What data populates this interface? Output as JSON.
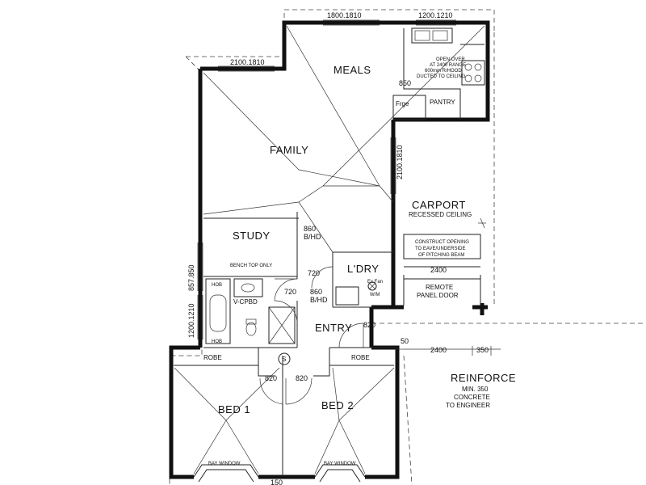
{
  "rooms": {
    "meals": "MEALS",
    "family": "FAMILY",
    "carport": "CARPORT",
    "carport_note": "RECESSED CEILING",
    "study": "STUDY",
    "bench_top": "BENCH TOP ONLY",
    "ldry": "L'DRY",
    "entry": "ENTRY",
    "bed1": "BED 1",
    "bed2": "BED 2",
    "robe": "ROBE",
    "pantry": "PANTRY",
    "frige": "Frge",
    "v_cpbd": "V-CPBD",
    "hob": "HOB",
    "wm": "W/M",
    "ex_fan": "Ex.Fan",
    "shower_symbol": "S",
    "bay_window": "BAY WINDOW",
    "remote_door_1": "REMOTE",
    "remote_door_2": "PANEL DOOR"
  },
  "dimensions": {
    "top_window_1": "1800.1810",
    "top_window_2": "1200.1210",
    "meals_window": "2100.1810",
    "family_side": "2100.1810",
    "left_window_1": "857.850",
    "left_window_2": "1200.1210",
    "pantry_width": "850",
    "study_door": "860",
    "study_door_bhd": "B/HD",
    "ldry_door": "720",
    "bath_door": "720",
    "hall_door": "860",
    "hall_door_bhd": "B/HD",
    "entry_door": "820",
    "bed1_door": "820",
    "bed2_door": "820",
    "carport_opening": "2400",
    "outside_2400": "2400",
    "outside_50": "50",
    "outside_350": "350",
    "bottom_cut": "150"
  },
  "notes": {
    "oven_1": "OPEN OVER",
    "oven_2": "AT 2400 RANGE",
    "oven_3": "600mm R/HOOD",
    "oven_4": "DUCTED TO CEILING",
    "carport_opening_1": "CONSTRUCT OPENING",
    "carport_opening_2": "TO EAVE/UNDERSIDE",
    "carport_opening_3": "OF PITCHING BEAM",
    "reinforce_1": "REINFORCE",
    "reinforce_2": "MIN. 350",
    "reinforce_3": "CONCRETE",
    "reinforce_4": "TO ENGINEER"
  }
}
